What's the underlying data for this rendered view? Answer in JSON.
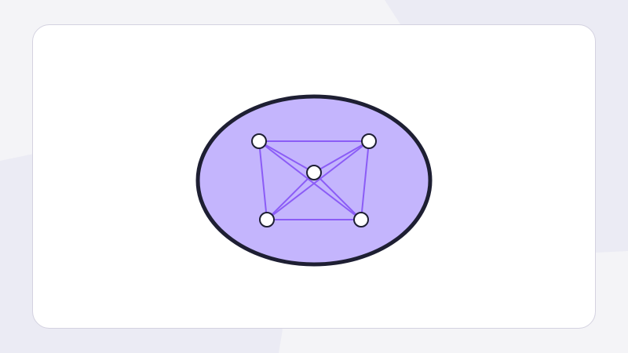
{
  "diagram": {
    "type": "complete-graph-in-ellipse",
    "node_count": 5,
    "colors": {
      "page_background": "#f4f4f7",
      "background_shape": "#ebebf4",
      "card_background": "#ffffff",
      "card_border": "#d4d2e0",
      "ellipse_fill": "#c4b5fd",
      "ellipse_stroke": "#1e1f33",
      "edge": "#8b5cf6",
      "node_fill": "#ffffff",
      "node_stroke": "#1e1f33"
    },
    "nodes": [
      {
        "id": "top-left"
      },
      {
        "id": "top-right"
      },
      {
        "id": "center"
      },
      {
        "id": "bottom-left"
      },
      {
        "id": "bottom-right"
      }
    ],
    "edges": [
      [
        "top-left",
        "top-right"
      ],
      [
        "top-left",
        "center"
      ],
      [
        "top-left",
        "bottom-left"
      ],
      [
        "top-left",
        "bottom-right"
      ],
      [
        "top-right",
        "center"
      ],
      [
        "top-right",
        "bottom-left"
      ],
      [
        "top-right",
        "bottom-right"
      ],
      [
        "center",
        "bottom-left"
      ],
      [
        "center",
        "bottom-right"
      ],
      [
        "bottom-left",
        "bottom-right"
      ]
    ]
  }
}
